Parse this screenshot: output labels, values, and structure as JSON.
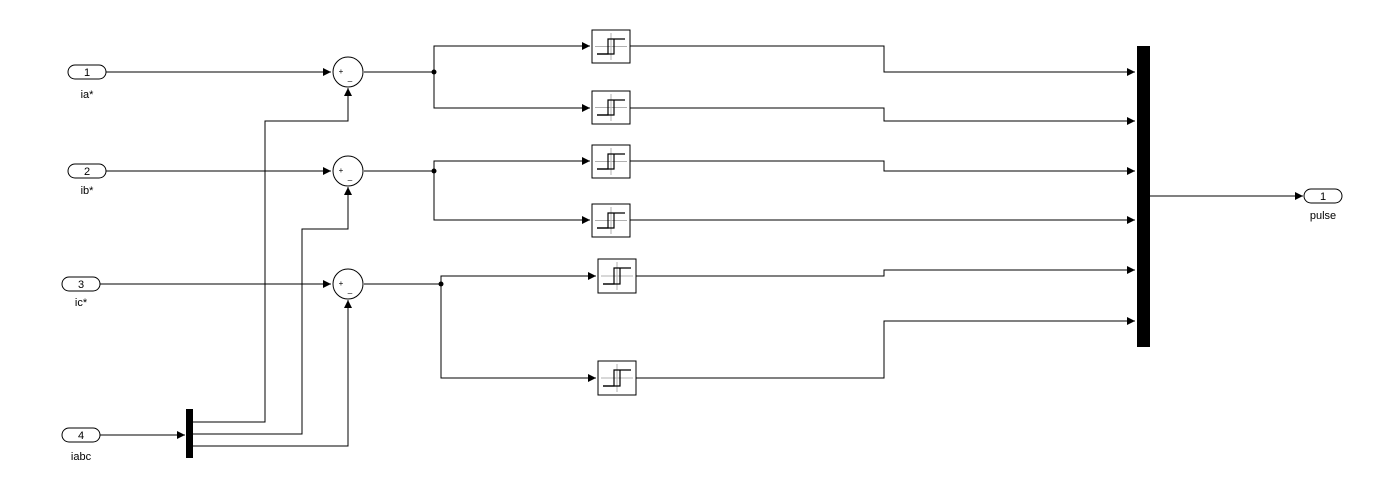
{
  "inports": [
    {
      "number": "1",
      "label": "ia*"
    },
    {
      "number": "2",
      "label": "ib*"
    },
    {
      "number": "3",
      "label": "ic*"
    },
    {
      "number": "4",
      "label": "iabc"
    }
  ],
  "outports": [
    {
      "number": "1",
      "label": "pulse"
    }
  ],
  "sum_blocks": [
    {
      "signs": [
        "+",
        "_"
      ]
    },
    {
      "signs": [
        "+",
        "_"
      ]
    },
    {
      "signs": [
        "+",
        "_"
      ]
    }
  ],
  "relay_block_count": 6,
  "demux_block": "demux",
  "mux_block": "mux"
}
